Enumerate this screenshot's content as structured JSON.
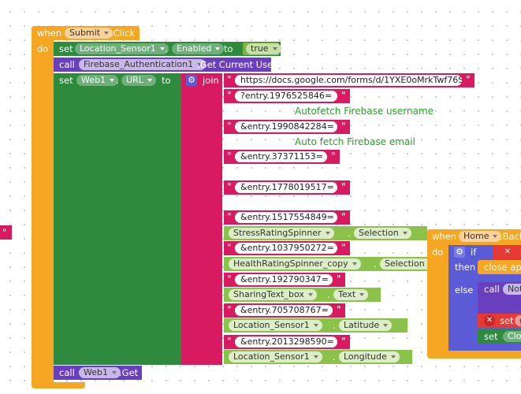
{
  "event": {
    "when": "when",
    "component": "Submit",
    "event_name": ".Click",
    "do": "do"
  },
  "stmt_enabled": {
    "set": "set",
    "component": "Location_Sensor1",
    "dot": ".",
    "property": "Enabled",
    "to": "to",
    "value": "true"
  },
  "stmt_auth": {
    "call": "call",
    "component": "Firebase_Authentication1",
    "method": ".Get Current User"
  },
  "stmt_url": {
    "set": "set",
    "component": "Web1",
    "dot": ".",
    "property": "URL",
    "to": "to",
    "join": "join"
  },
  "join_items": [
    {
      "type": "text",
      "value": "https://docs.google.com/forms/d/1YXE0oMrkTwf76Sp..."
    },
    {
      "type": "text",
      "value": "?entry.1976525846="
    },
    {
      "type": "socket"
    },
    {
      "type": "text",
      "value": "&entry.1990842284="
    },
    {
      "type": "socket"
    },
    {
      "type": "text",
      "value": "&entry.37371153="
    },
    {
      "type": "socket"
    },
    {
      "type": "text",
      "value": "&entry.1778019517="
    },
    {
      "type": "socket"
    },
    {
      "type": "text",
      "value": "&entry.1517554849="
    },
    {
      "type": "getter",
      "component": "StressRatingSpinner",
      "property": "Selection"
    },
    {
      "type": "text",
      "value": "&entry.1037950272="
    },
    {
      "type": "getter",
      "component": "HealthRatingSpinner_copy",
      "property": "Selection"
    },
    {
      "type": "text",
      "value": "&entry.192790347="
    },
    {
      "type": "getter",
      "component": "SharingText_box",
      "property": "Text"
    },
    {
      "type": "text",
      "value": "&entry.705708767="
    },
    {
      "type": "getter",
      "component": "Location_Sensor1",
      "property": "Latitude"
    },
    {
      "type": "text",
      "value": "&entry.2013298590="
    },
    {
      "type": "getter",
      "component": "Location_Sensor1",
      "property": "Longitude"
    }
  ],
  "annotations": {
    "username": "Autofetch Firebase username",
    "email": "Auto fetch Firebase email"
  },
  "stmt_get": {
    "call": "call",
    "component": "Web1",
    "method": ".Get"
  },
  "left_fragment": {
    "quote": "\""
  },
  "event2": {
    "when": "when",
    "component": "Home",
    "event_name": ".Back",
    "do": "do",
    "if": "if",
    "then": "then",
    "else": "else",
    "then_text": "close app",
    "call": "call",
    "call_component": "Noti",
    "set": "set",
    "set_component": "g",
    "set2": "set",
    "set2_component": "Cloo"
  },
  "colors": {
    "event": "#f5a623",
    "setter": "#2e8b3e",
    "getter": "#8bc34a",
    "text": "#d81b60",
    "call": "#6a3fbf",
    "logic": "#5b5bd8",
    "annotation": "#2aa12a"
  }
}
